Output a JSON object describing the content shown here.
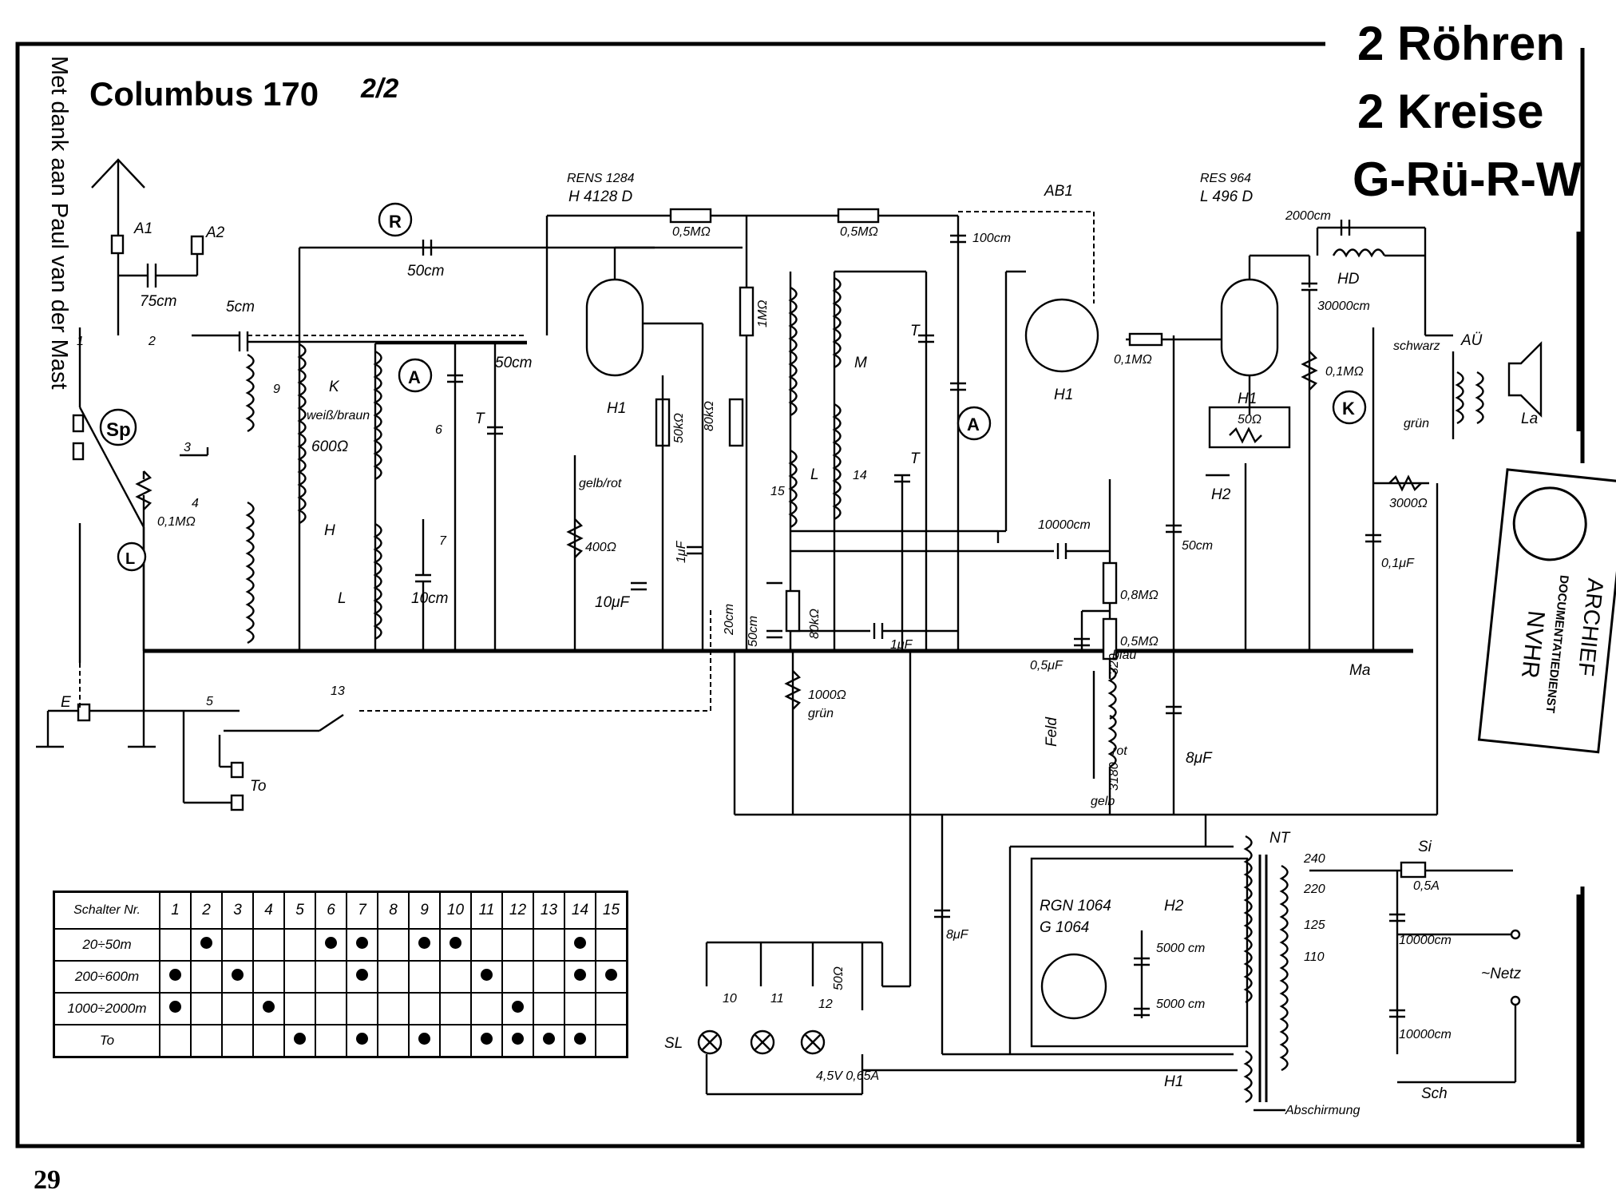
{
  "header": {
    "model": "Columbus 170",
    "model_fraction": "2/2",
    "tubes_count": "2 Röhren",
    "circuits": "2 Kreise",
    "type_code": "G-Rü-R-W",
    "credit": "Met dank aan Paul van der Mast",
    "page_number": "29"
  },
  "stamp": {
    "title": "ARCHIEF",
    "subtitle": "DOCUMENTATIEDIENST",
    "org": "NVHR"
  },
  "tubes": {
    "v1_type": "RENS 1284",
    "v1_alt": "H 4128 D",
    "v2_type": "AB1",
    "v3_type": "RES 964",
    "v3_alt": "L 496 D",
    "rect_type": "RGN 1064",
    "rect_alt": "G 1064"
  },
  "labels": {
    "a1": "A1",
    "a2": "A2",
    "e": "E",
    "sp": "Sp",
    "r": "R",
    "a": "A",
    "k": "K",
    "l": "L",
    "c75": "75cm",
    "c5": "5cm",
    "c50a": "50cm",
    "c50b": "50cm",
    "c10": "10cm",
    "r05a": "0,5MΩ",
    "r05b": "0,5MΩ",
    "r1m": "1MΩ",
    "c100": "100cm",
    "r50k": "50kΩ",
    "r80k": "80kΩ",
    "r400": "400Ω",
    "gelbrot": "gelb/rot",
    "c10u": "10μF",
    "c1u": "1μF",
    "c20": "20cm",
    "r01l": "0,1MΩ",
    "r600": "600Ω",
    "weiss": "weiß/braun",
    "c10000": "10000cm",
    "r08": "0,8MΩ",
    "r05c": "0,5MΩ",
    "c05u": "0,5μF",
    "c50cm3": "50cm",
    "c1u2": "1μF",
    "r80k2": "80kΩ",
    "r1000": "1000Ω",
    "gruen": "grün",
    "r01m": "0,1MΩ",
    "c2000": "2000cm",
    "hd": "HD",
    "c30000": "30000cm",
    "r01k": "0,1MΩ",
    "r50": "50Ω",
    "h2": "H2",
    "h1a": "H1",
    "h1b": "H1",
    "h1c": "H1",
    "schwarz": "schwarz",
    "gruen2": "grün",
    "au": "AÜ",
    "la": "La",
    "r3000": "3000Ω",
    "c01u": "0,1μF",
    "c50cm4": "50cm",
    "c8u": "8μF",
    "c8u2": "8μF",
    "ma": "Ma",
    "feld": "Feld",
    "blau": "blau",
    "n320": "320",
    "rot": "rot",
    "n3180": "3180",
    "gelb": "gelb",
    "nt": "NT",
    "v240": "240",
    "v220": "220",
    "v125": "125",
    "v110": "110",
    "si": "Si",
    "fuse": "0,5A",
    "c10000a": "10000cm",
    "c10000b": "10000cm",
    "netz": "~Netz",
    "sch": "Sch",
    "abschirmung": "Abschirmung",
    "c5000a": "5000 cm",
    "c5000b": "5000 cm",
    "h2b": "H2",
    "sl": "SL",
    "lamp": "4,5V 0,65A",
    "r50p": "50Ω",
    "to": "To",
    "m": "M",
    "t1": "T",
    "t2": "T",
    "t3": "T",
    "h": "H",
    "l2": "L",
    "sw1": "1",
    "sw2": "2",
    "sw3": "3",
    "sw4": "4",
    "sw5": "5",
    "sw6": "6",
    "sw7": "7",
    "sw9": "9",
    "sw10": "10",
    "sw11": "11",
    "sw12": "12",
    "sw13": "13",
    "sw14": "14",
    "sw15": "15"
  },
  "switch_table": {
    "header_label": "Schalter Nr.",
    "columns": [
      "1",
      "2",
      "3",
      "4",
      "5",
      "6",
      "7",
      "8",
      "9",
      "10",
      "11",
      "12",
      "13",
      "14",
      "15"
    ],
    "rows": [
      {
        "band": "20÷50m",
        "on": [
          2,
          6,
          7,
          9,
          10,
          14
        ]
      },
      {
        "band": "200÷600m",
        "on": [
          1,
          3,
          7,
          11,
          14,
          15
        ]
      },
      {
        "band": "1000÷2000m",
        "on": [
          1,
          4,
          12
        ]
      },
      {
        "band": "To",
        "on": [
          5,
          7,
          9,
          11,
          12,
          13,
          14
        ]
      }
    ]
  }
}
